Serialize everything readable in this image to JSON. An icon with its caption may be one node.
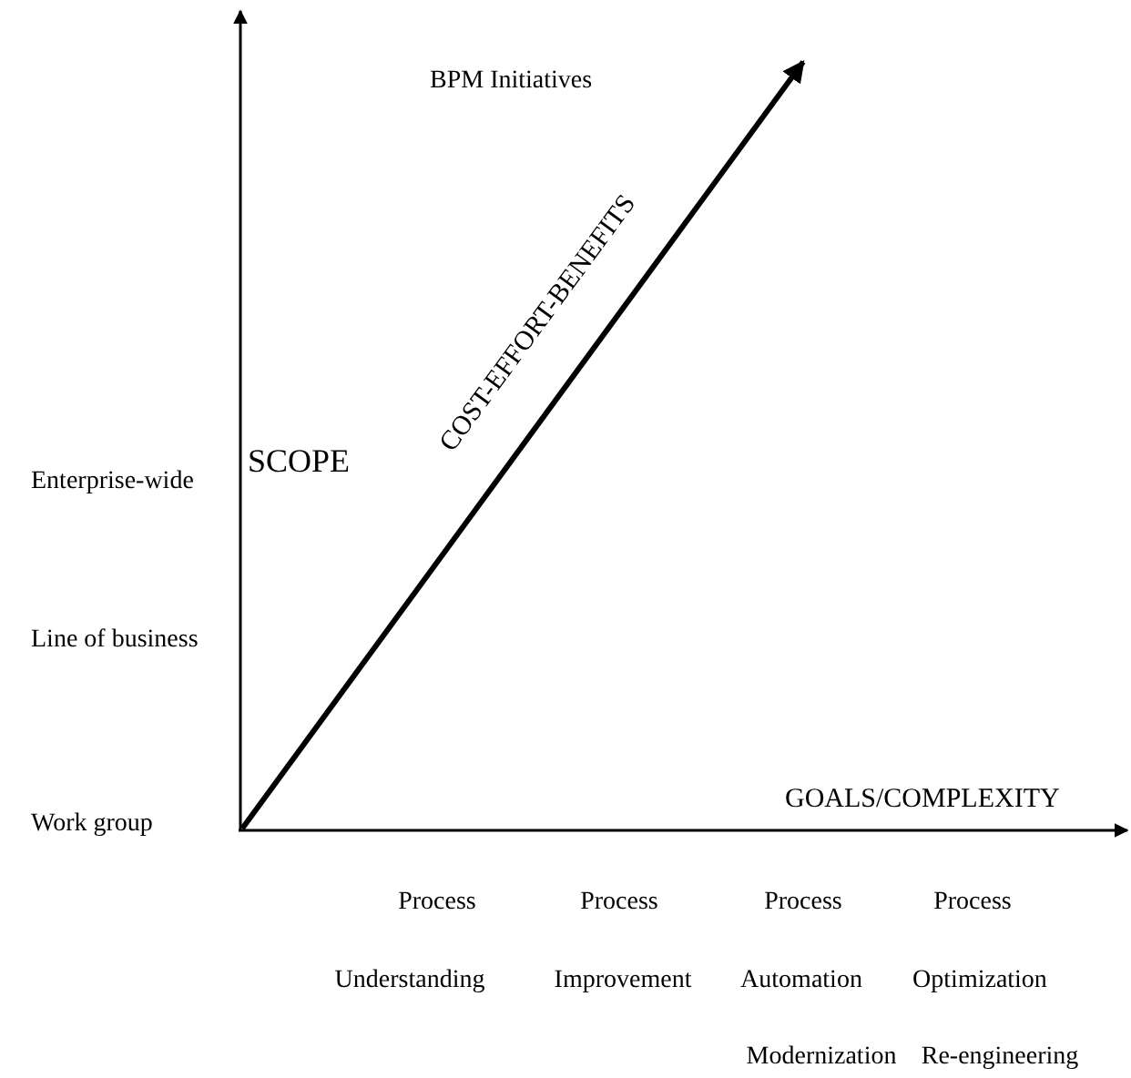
{
  "diagram": {
    "title": "BPM Initiatives",
    "labels": [
      "COST-EFFORT-BENEFITS",
      "SCOPE",
      "Enterprise-wide",
      "Line of business",
      "GOALS/COMPLEXITY",
      "Work group",
      "Process",
      "Process",
      "Process",
      "Process",
      "Understanding",
      "Improvement",
      "Automation",
      "Optimization",
      "Modernization",
      "Re-engineering"
    ]
  }
}
